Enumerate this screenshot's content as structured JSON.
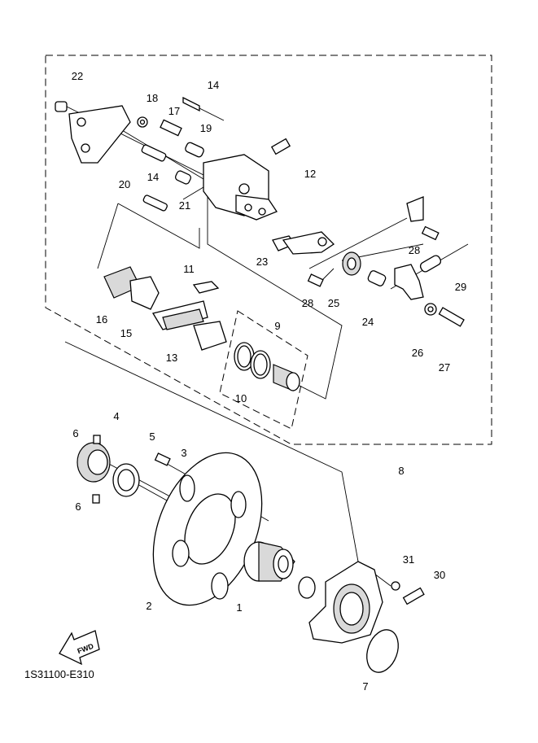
{
  "diagram_code": "1S31100-E310",
  "direction_marker": "FWD",
  "callouts": [
    "22",
    "18",
    "14",
    "17",
    "19",
    "12",
    "20",
    "14",
    "21",
    "11",
    "23",
    "28",
    "29",
    "16",
    "15",
    "28",
    "25",
    "24",
    "9",
    "13",
    "26",
    "27",
    "10",
    "4",
    "6",
    "5",
    "3",
    "8",
    "6",
    "31",
    "30",
    "2",
    "1",
    "7"
  ]
}
